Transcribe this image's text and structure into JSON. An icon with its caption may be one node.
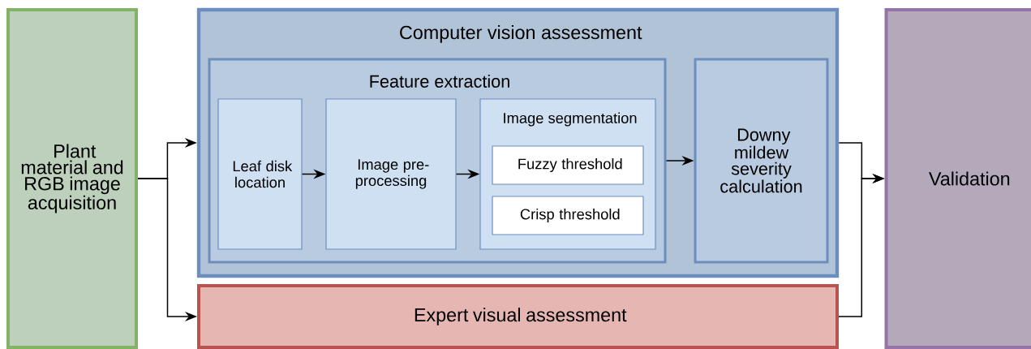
{
  "diagram": {
    "nodes": [
      {
        "text": [
          "Plant material and RGB image acquisition"
        ]
      },
      {
        "text": [
          "Computer vision assessment"
        ]
      },
      {
        "text": [
          "Feature extraction"
        ],
        "in": 1
      },
      {
        "text": [
          "Leaf disk location"
        ],
        "in": 2
      },
      {
        "text": [
          "Image pre-processing"
        ],
        "in": 2
      },
      {
        "text": [
          "Image segmentation"
        ],
        "in": 2
      },
      {
        "text": [
          "Fuzzy threshold"
        ],
        "in": 5
      },
      {
        "text": [
          "Crisp threshold"
        ],
        "in": 5
      },
      {
        "text": [
          "Downy mildew severity calculation"
        ],
        "in": 1
      },
      {
        "text": [
          "Expert visual assessment"
        ]
      },
      {
        "text": [
          "Validation"
        ]
      }
    ],
    "edges": [
      {
        "from": 0,
        "to": 1,
        "arrow": "to"
      },
      {
        "from": 0,
        "to": 9,
        "arrow": "to"
      },
      {
        "from": 3,
        "to": 4,
        "arrow": "to"
      },
      {
        "from": 4,
        "to": 5,
        "arrow": "to"
      },
      {
        "from": 2,
        "to": 8,
        "arrow": "to"
      },
      {
        "from": 1,
        "to": 10,
        "arrow": "to"
      },
      {
        "from": 9,
        "to": 10,
        "arrow": "to"
      }
    ]
  }
}
